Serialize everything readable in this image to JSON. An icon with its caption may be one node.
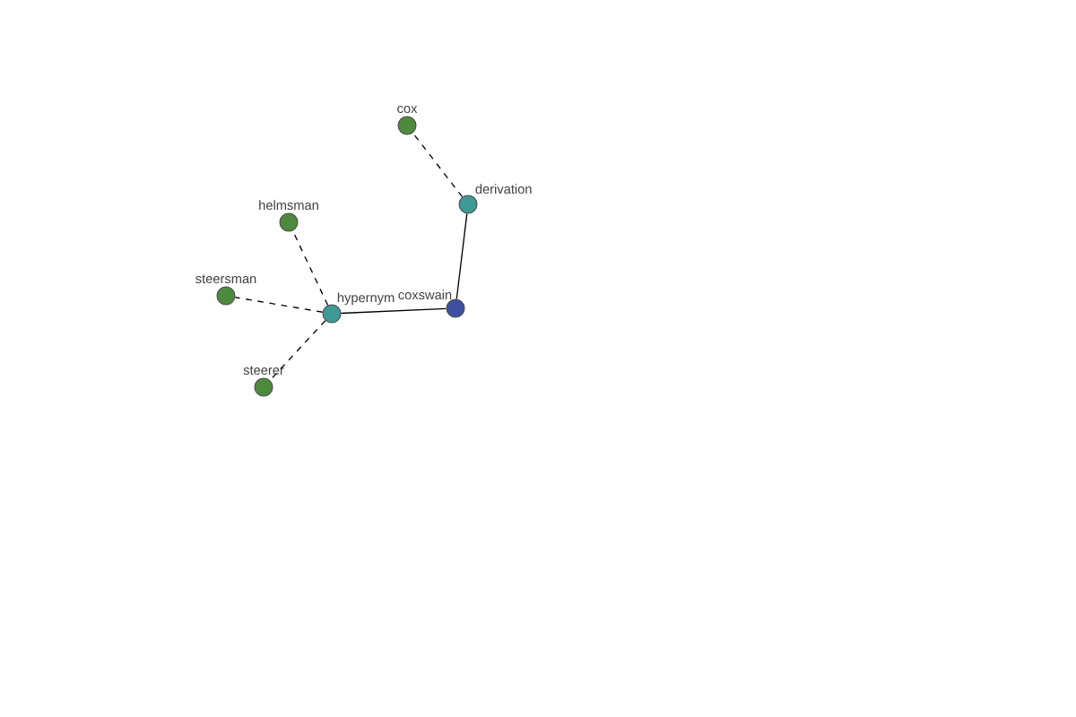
{
  "diagram": {
    "nodes": [
      {
        "text": [
          "coxswain"
        ]
      },
      {
        "text": [
          "hypernym"
        ]
      },
      {
        "text": [
          "derivation"
        ]
      },
      {
        "text": [
          "cox"
        ]
      },
      {
        "text": [
          "helmsman"
        ]
      },
      {
        "text": [
          "steersman"
        ]
      },
      {
        "text": [
          "steerer"
        ]
      }
    ],
    "edges": [
      {
        "from": 0,
        "to": 1,
        "arrow": "none"
      },
      {
        "from": 0,
        "to": 2,
        "arrow": "none"
      },
      {
        "from": 2,
        "to": 3,
        "arrow": "none",
        "style": "dashed"
      },
      {
        "from": 1,
        "to": 4,
        "arrow": "none",
        "style": "dashed"
      },
      {
        "from": 1,
        "to": 5,
        "arrow": "none",
        "style": "dashed"
      },
      {
        "from": 1,
        "to": 6,
        "arrow": "none",
        "style": "dashed"
      }
    ]
  }
}
